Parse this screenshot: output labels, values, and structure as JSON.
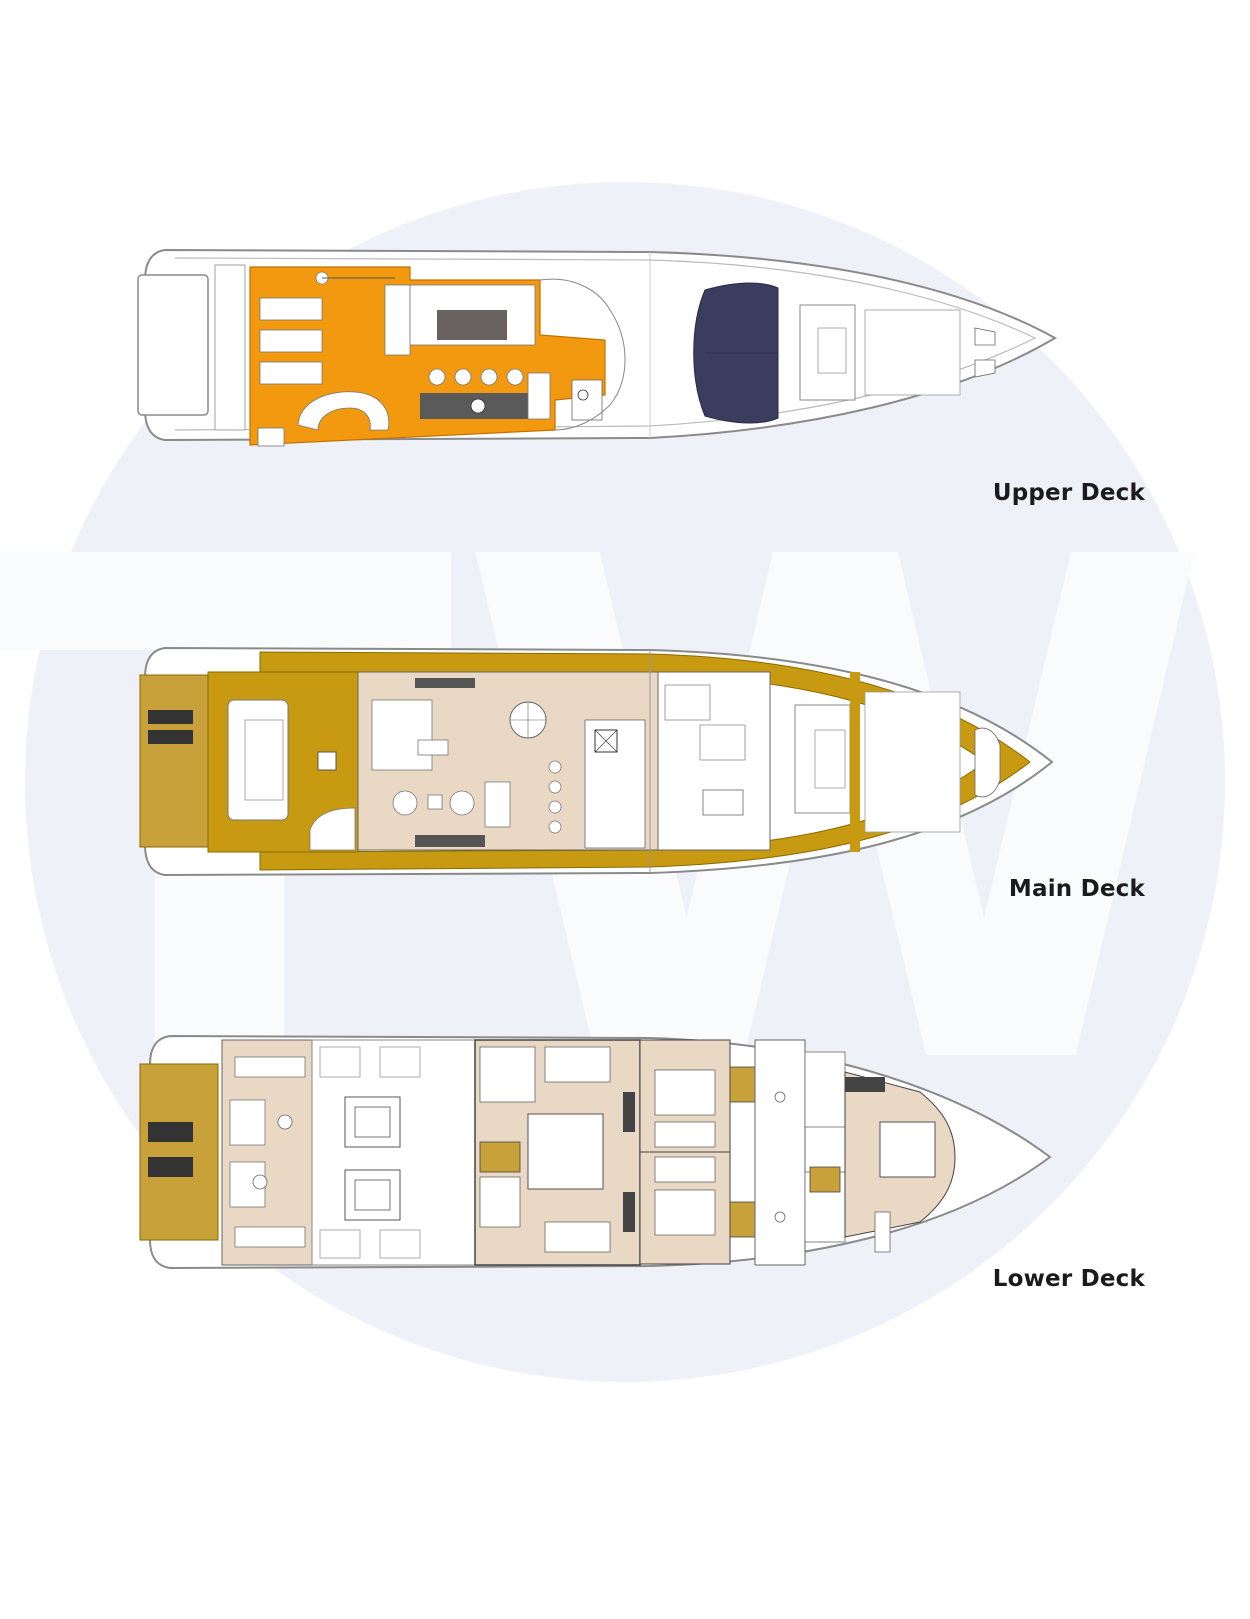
{
  "watermark": {
    "text": "TW",
    "circle_color": "#eef1f7",
    "letter_color": "#fafbfd"
  },
  "colors": {
    "upper_deck": "#f2990f",
    "main_deck": "#c89a12",
    "teak": "#c8a13a",
    "floor": "#e8d8c4",
    "windshield": "#3b3d5e",
    "outline": "#8a8a8a"
  },
  "decks": {
    "upper": {
      "label": "Upper Deck"
    },
    "main": {
      "label": "Main Deck"
    },
    "lower": {
      "label": "Lower Deck"
    }
  }
}
